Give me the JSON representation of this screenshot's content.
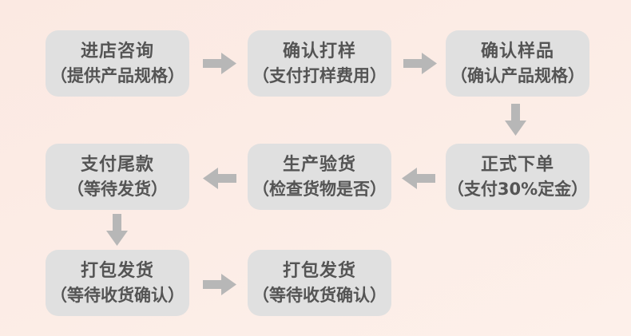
{
  "colors": {
    "background": "#fcece5",
    "background_top": "#fbe9e2",
    "background_bottom": "#fdf0ea",
    "box": "#e0e0e0",
    "text": "#545454",
    "arrow": "#b7b7b7"
  },
  "flowchart": {
    "description": "Order process flow: consult, sample, order, inspect, pay, ship",
    "steps": [
      {
        "title": "进店咨询",
        "subtitle": "（提供产品规格）"
      },
      {
        "title": "确认打样",
        "subtitle": "（支付打样费用）"
      },
      {
        "title": "确认样品",
        "subtitle": "（确认产品规格）"
      },
      {
        "title": "正式下单",
        "subtitle": "（支付30%定金）"
      },
      {
        "title": "生产验货",
        "subtitle": "（检查货物是否）"
      },
      {
        "title": "支付尾款",
        "subtitle": "（等待发货）"
      },
      {
        "title": "打包发货",
        "subtitle": "（等待收货确认）"
      },
      {
        "title": "打包发货",
        "subtitle": "（等待收货确认）"
      }
    ],
    "arrows": [
      {
        "from": 1,
        "to": 2,
        "direction": "right"
      },
      {
        "from": 2,
        "to": 3,
        "direction": "right"
      },
      {
        "from": 3,
        "to": 4,
        "direction": "down"
      },
      {
        "from": 4,
        "to": 5,
        "direction": "left"
      },
      {
        "from": 5,
        "to": 6,
        "direction": "left"
      },
      {
        "from": 6,
        "to": 7,
        "direction": "down"
      },
      {
        "from": 7,
        "to": 8,
        "direction": "right"
      }
    ]
  }
}
